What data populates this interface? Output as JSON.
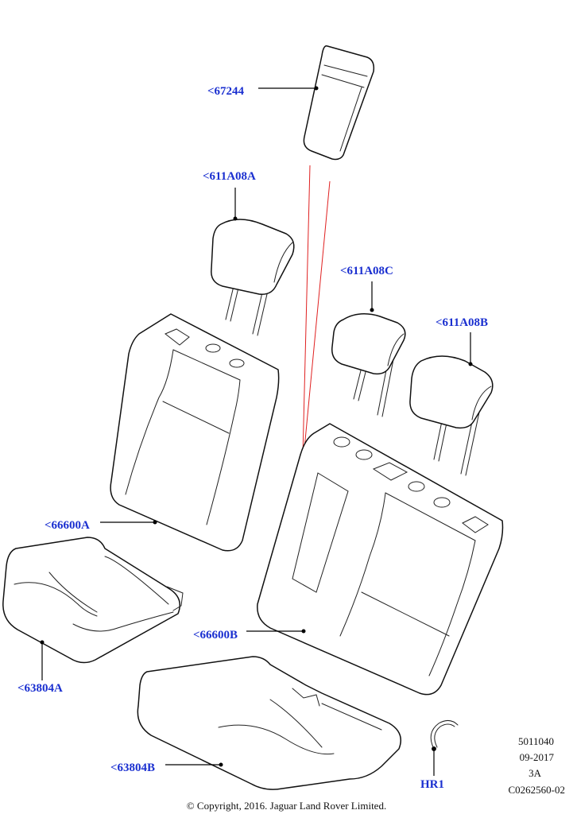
{
  "callouts": {
    "c67244": "<67244",
    "c611a08a": "<611A08A",
    "c611a08c": "<611A08C",
    "c611a08b": "<611A08B",
    "c66600a": "<66600A",
    "c66600b": "<66600B",
    "c63804a": "<63804A",
    "c63804b": "<63804B",
    "hr1": "HR1"
  },
  "reference": {
    "number": "5011040",
    "date": "09-2017",
    "rev": "3A",
    "code": "C0262560-02"
  },
  "copyright": "© Copyright, 2016. Jaguar Land Rover Limited.",
  "colors": {
    "callout": "#1a2fd0",
    "line": "#111111",
    "guide": "#e02020"
  }
}
